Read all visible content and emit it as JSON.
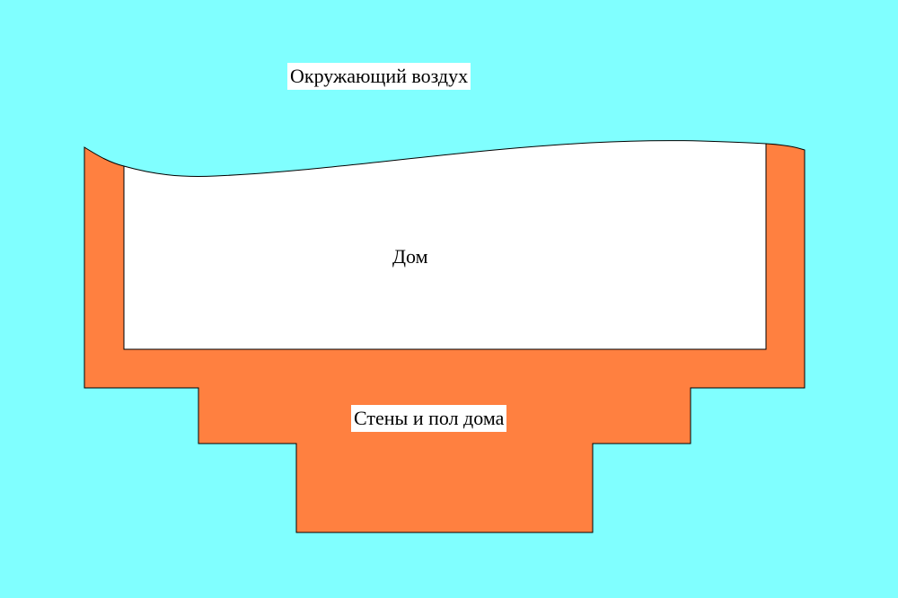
{
  "labels": {
    "air": "Окружающий воздух",
    "house": "Дом",
    "walls": "Стены и пол дома"
  },
  "colors": {
    "background": "#80ffff",
    "walls": "#ff8040",
    "house": "#ffffff"
  }
}
